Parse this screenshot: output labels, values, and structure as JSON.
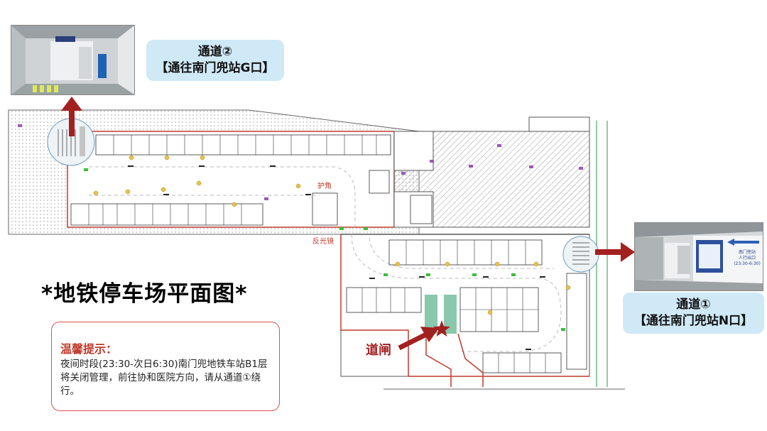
{
  "title": "*地铁停车场平面图*",
  "passage2": {
    "line1": "通道②",
    "line2": "【通往南门兜站G口】"
  },
  "passage1": {
    "line1": "通道①",
    "line2": "【通往南门兜站N口】"
  },
  "notice": {
    "title": "温馨提示：",
    "body": "夜间时段(23:30-次日6:30)南门兜地铁车站B1层将关闭管理，前往协和医院方向，请从通道①绕行。"
  },
  "labels": {
    "guard_corner": "护角",
    "mirror": "反光镜",
    "gate": "道闸"
  },
  "photo_sign": {
    "line1": "南门兜站",
    "line2": "人行出口",
    "line3": "(23:30-6:30)"
  },
  "colors": {
    "callout_bg": "#cfe9f6",
    "wall_red": "#c0392b",
    "arrow_red": "#a32020",
    "notice_border": "#d9534f"
  },
  "icons": [
    "up-arrow-icon",
    "right-arrow-icon",
    "star-icon",
    "left-arrow-icon"
  ]
}
